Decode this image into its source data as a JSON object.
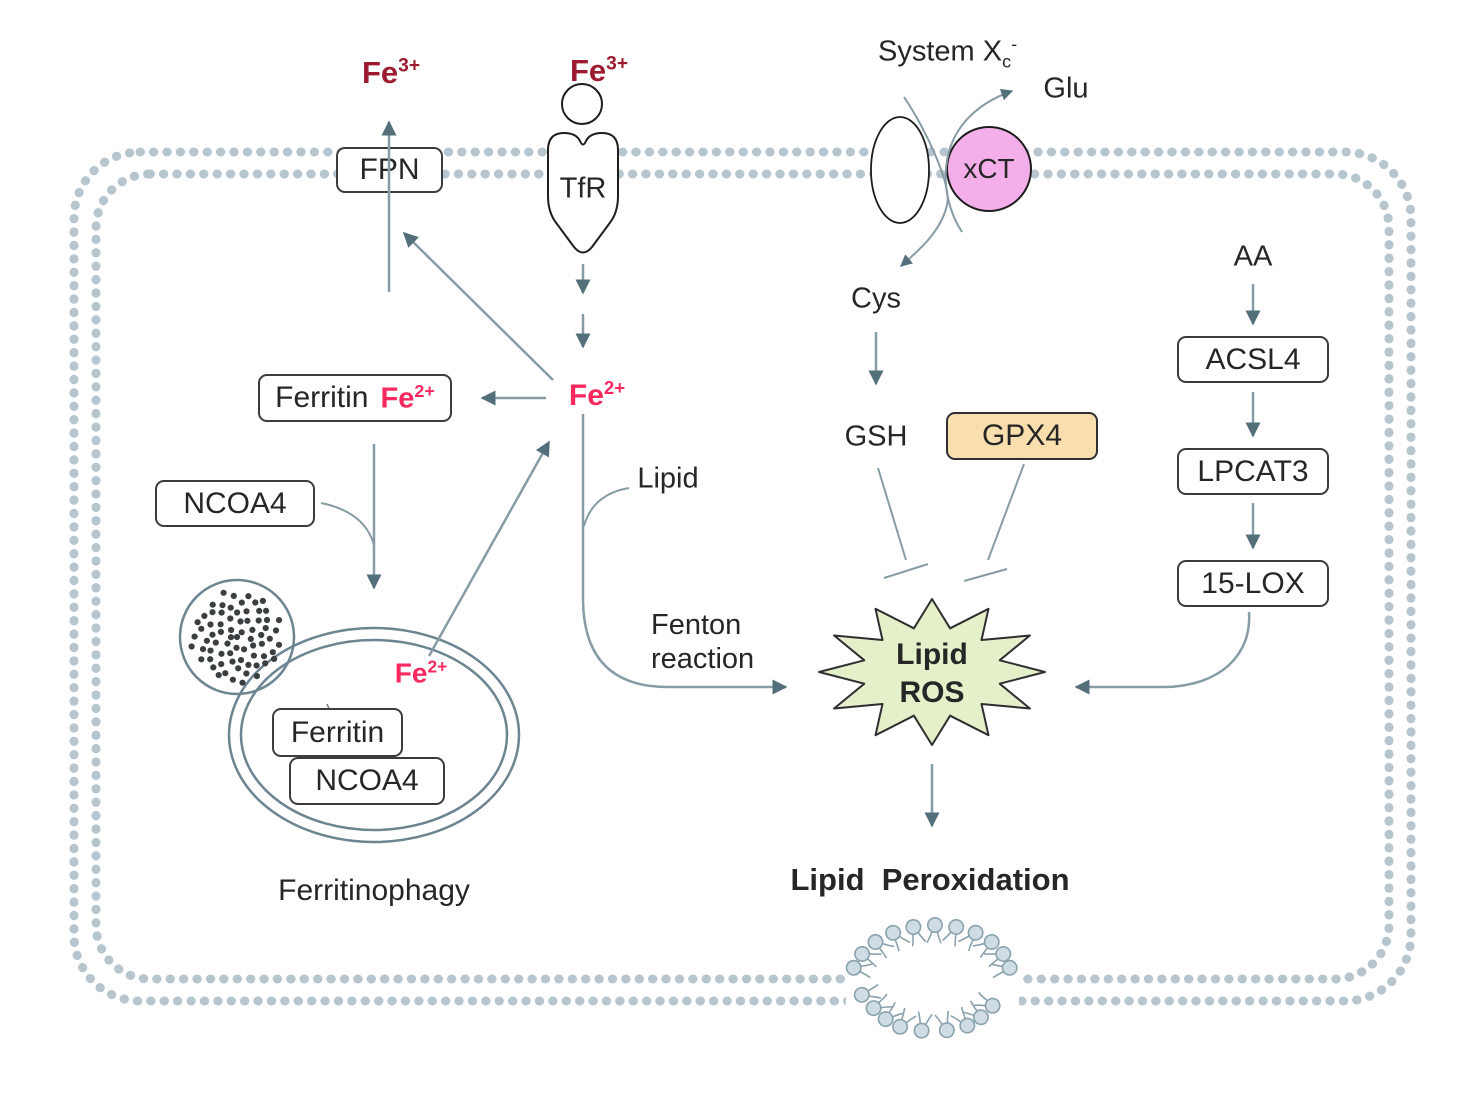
{
  "diagram_title": "Ferroptosis pathway (iron metabolism, System Xc-, lipid peroxidation)",
  "labels": {
    "fe3_fpn": {
      "base": "Fe",
      "sup": "3+"
    },
    "fe3_tfr": {
      "base": "Fe",
      "sup": "3+"
    },
    "fpn": "FPN",
    "tfr": "TfR",
    "system_xc": {
      "prefix": "System X",
      "sub": "c",
      "sup": "-"
    },
    "glu": "Glu",
    "xct": "xCT",
    "cys": "Cys",
    "gsh": "GSH",
    "gpx4": "GPX4",
    "aa": "AA",
    "acsl4": "ACSL4",
    "lpcat3": "LPCAT3",
    "lox15": "15-LOX",
    "fe2_center": {
      "base": "Fe",
      "sup": "2+"
    },
    "ferritin_fe2_box": {
      "name": "Ferritin",
      "ion_base": "Fe",
      "ion_sup": "2+"
    },
    "ncoa4": "NCOA4",
    "lipid": "Lipid",
    "fenton_line1": "Fenton",
    "fenton_line2": "reaction",
    "ros_line1": "Lipid",
    "ros_line2": "ROS",
    "lipid_peroxidation": "Lipid  Peroxidation",
    "fe2_lysosome": {
      "base": "Fe",
      "sup": "2+"
    },
    "ferritin_lysosome": "Ferritin",
    "ncoa4_lysosome": "NCOA4",
    "ferritinophagy": "Ferritinophagy"
  },
  "colors": {
    "fe3_text": "#9c1b30",
    "fe2_text": "#f7295f",
    "xct_fill": "#f4aee9",
    "gpx4_fill": "#f9dfae",
    "lipid_ros_fill": "#e4f0c9",
    "arrow_line": "#879ca4",
    "arrow_head": "#53707a",
    "membrane": "#b6c5ce",
    "lysosome_stroke": "#6d8590",
    "box_border": "#3c3c3c"
  }
}
